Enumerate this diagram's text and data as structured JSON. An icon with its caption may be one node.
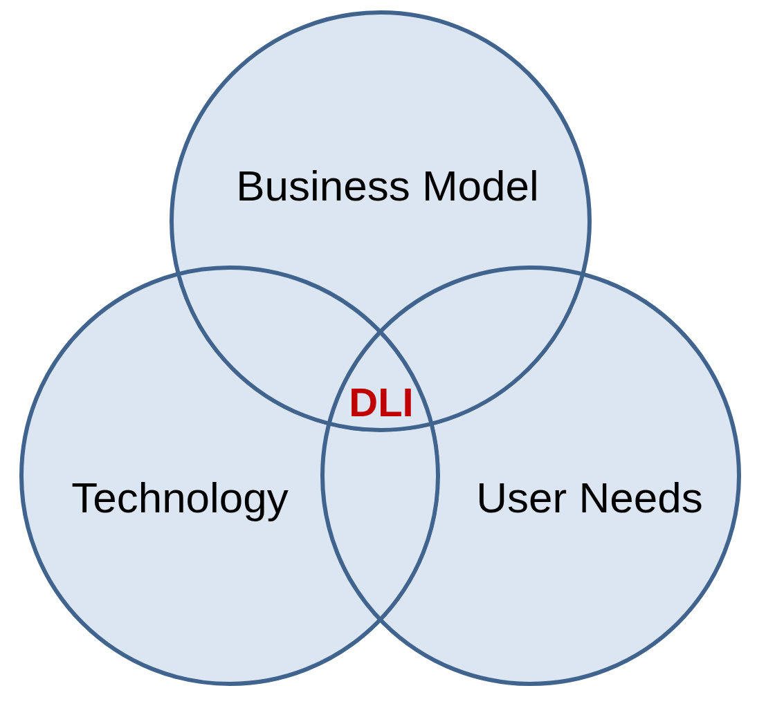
{
  "diagram": {
    "nodes": [
      {
        "text": [
          "Business Model"
        ]
      },
      {
        "text": [
          "Technology"
        ]
      },
      {
        "text": [
          "User Needs"
        ]
      }
    ],
    "labels": [
      "DLI"
    ]
  }
}
